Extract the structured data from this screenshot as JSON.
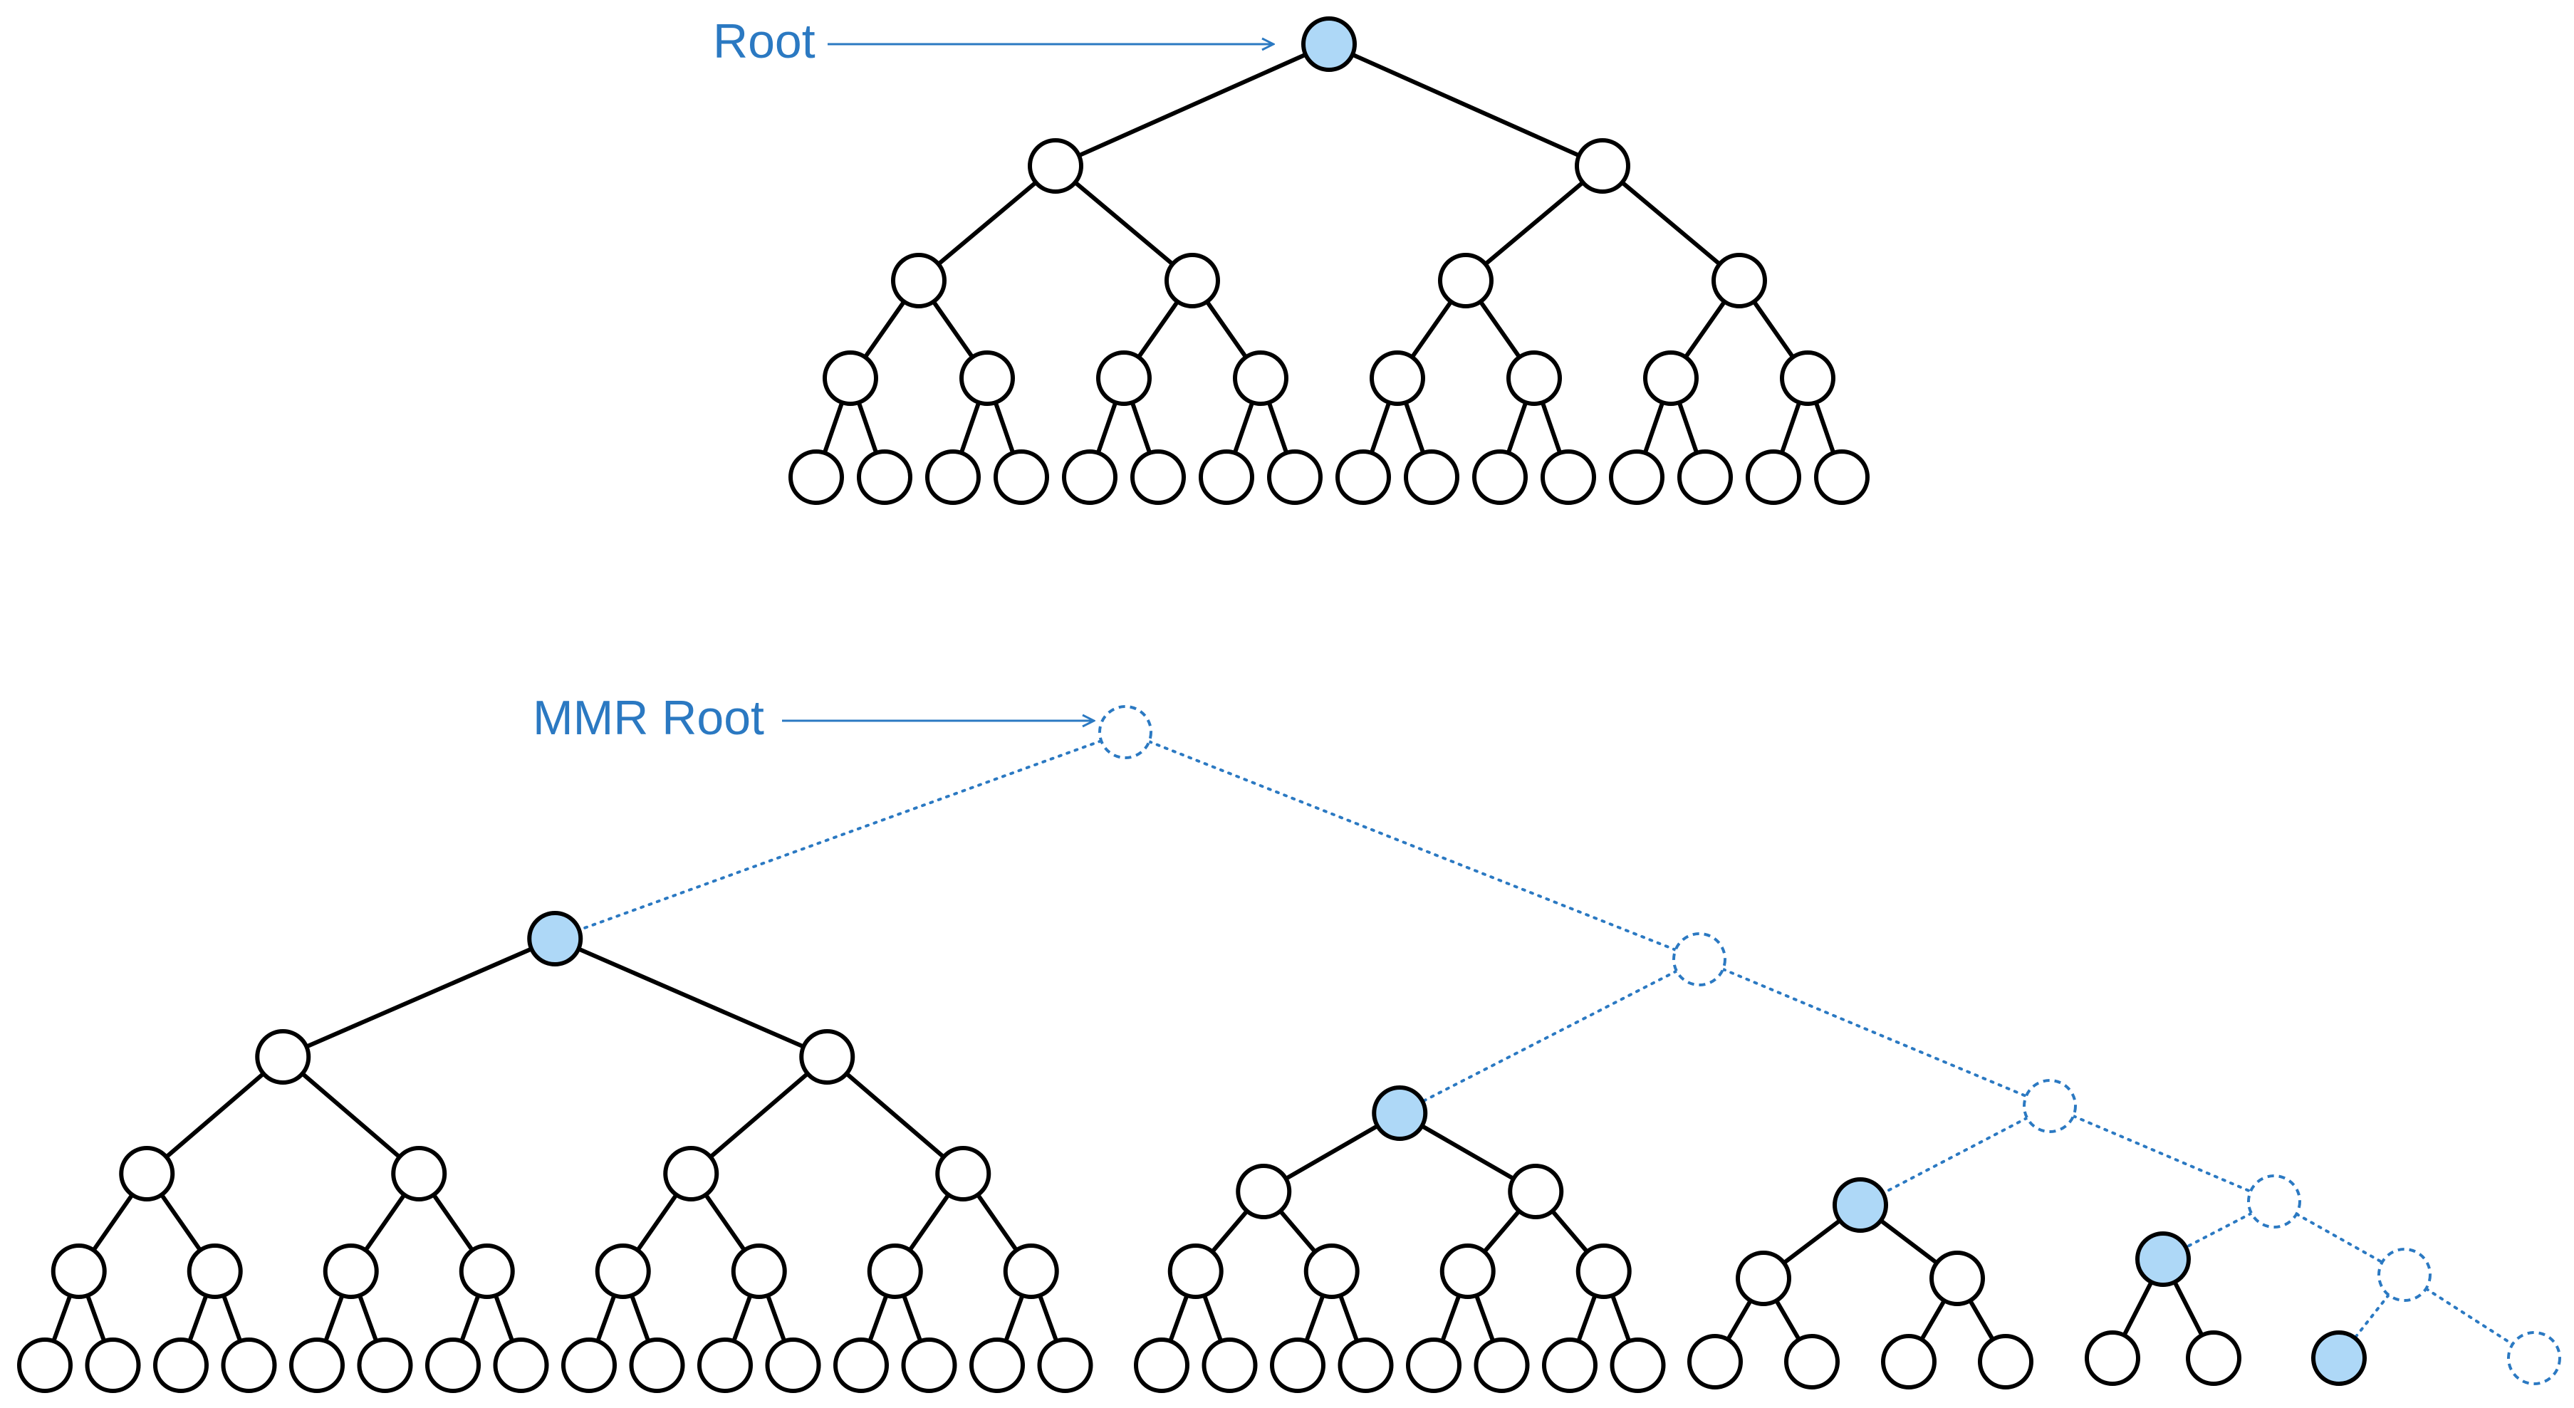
{
  "labels": {
    "root": "Root",
    "mmr_root": "MMR Root"
  },
  "colors": {
    "highlight": "#2b79c2",
    "node_fill": "#ffffff",
    "peak_fill": "#aed8f7",
    "stroke": "#000000"
  },
  "diagram": {
    "top_tree": {
      "leaves": 16,
      "highlighted_nodes": [
        "root"
      ]
    },
    "mmr": {
      "peak_leaf_counts": [
        16,
        8,
        4,
        2,
        1
      ],
      "virtual_nodes": 6,
      "highlighted_nodes": [
        "peak-16",
        "peak-8",
        "peak-4",
        "peak-2",
        "peak-1"
      ]
    }
  }
}
